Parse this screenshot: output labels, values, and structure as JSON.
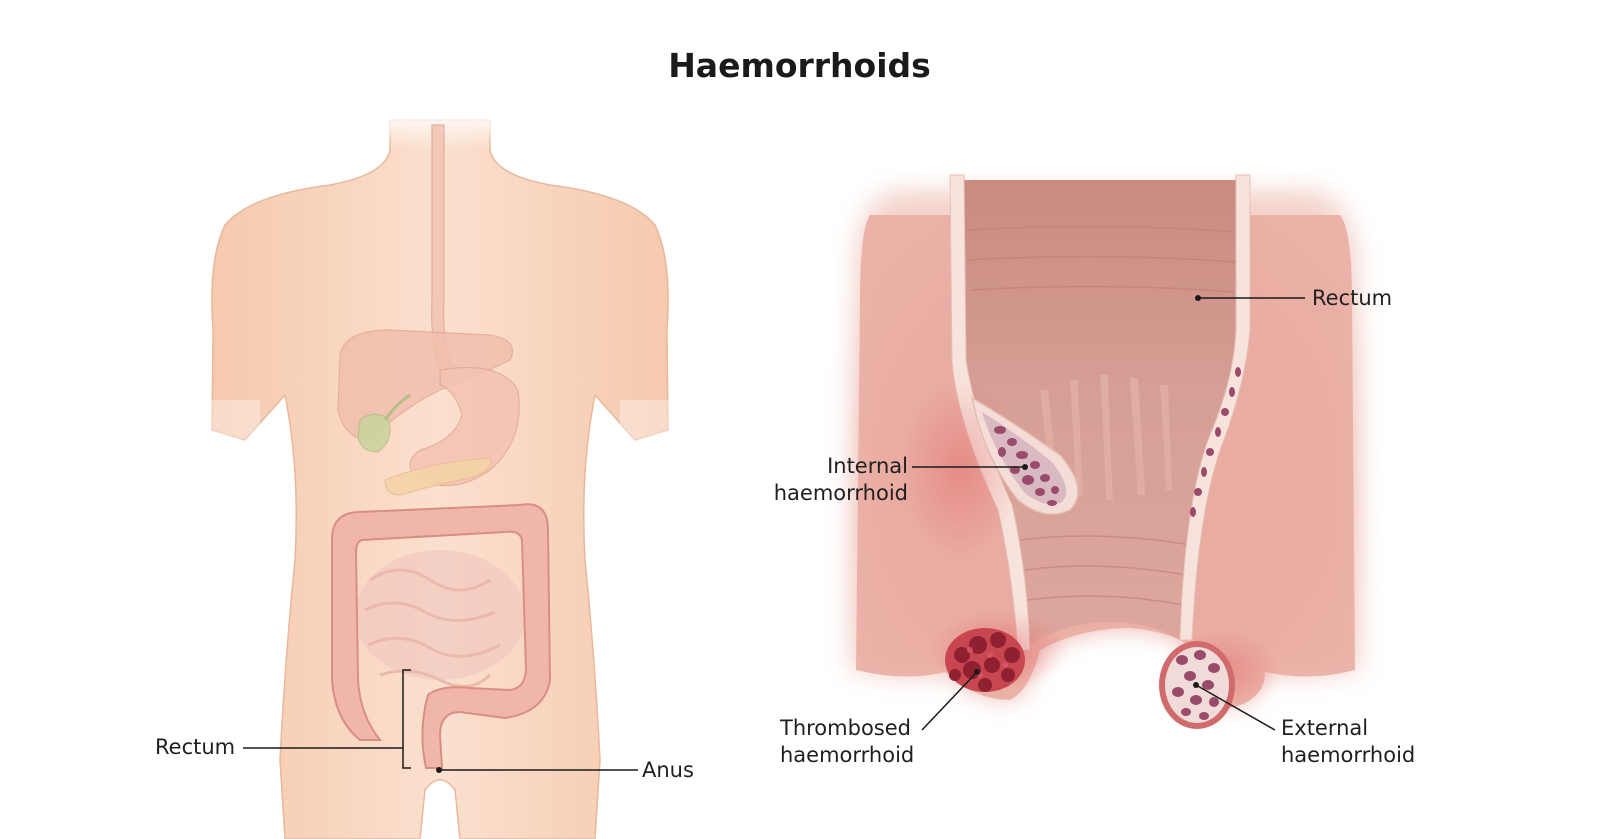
{
  "title": "Haemorrhoids",
  "colors": {
    "skin": "#f7d2ba",
    "tissue": "#e8a89c",
    "tissue_dark": "#c97f77",
    "lumen": "#d69a90",
    "wall": "#f6e3dc",
    "clot": "#b83c4a",
    "vessel": "#9a4a6a",
    "leader": "#1a1a1a"
  },
  "body_figure": {
    "labels": {
      "rectum": "Rectum",
      "anus": "Anus"
    }
  },
  "cross_section": {
    "labels": {
      "rectum": "Rectum",
      "internal": [
        "Internal",
        "haemorrhoid"
      ],
      "thrombosed": [
        "Thrombosed",
        "haemorrhoid"
      ],
      "external": [
        "External",
        "haemorrhoid"
      ]
    }
  }
}
